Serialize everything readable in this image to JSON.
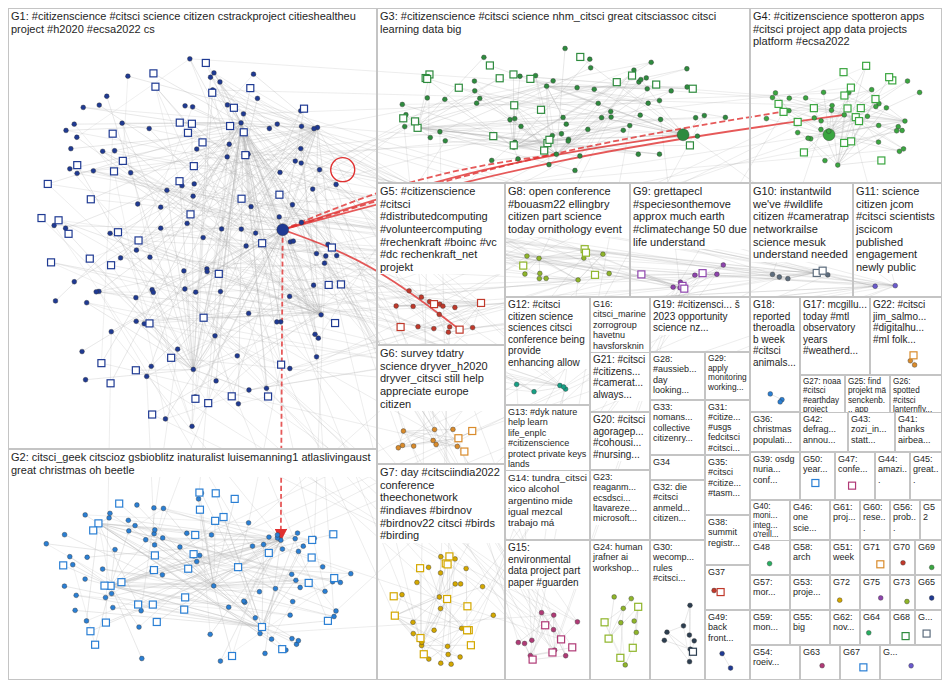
{
  "diagram": {
    "nodes": [
      {
        "text": [
          "G1: #citizenscience #citsci science citizen cstrackproject citieshealtheu project #h2020 #ecsa2022 cs"
        ]
      },
      {
        "text": [
          "G2: citsci_geek citscioz gsbioblitz inaturalist luisemanning1 atlaslivingaust great christmas oh beetle"
        ]
      },
      {
        "text": [
          "G3: #citizenscience #citsci science nhm_citsci great citsciassoc citsci learning data big"
        ]
      },
      {
        "text": [
          "G4: #citizenscience spotteron apps #citsci project app data projects platform #ecsa2022"
        ]
      },
      {
        "text": [
          "G5: #citizenscience #citsci #distributedcomputing #volunteercomputing #rechenkraft #boinc #vc #dc rechenkraft_net projekt"
        ]
      },
      {
        "text": [
          "G6: survey tdatry science dryver_h2020 dryver_citsci still help appreciate europe citizen"
        ]
      },
      {
        "text": [
          "G7: day #citsciindia2022 conference theechonetwork #indiaves #birdnov #birdnov22 citsci #birds #birding"
        ]
      },
      {
        "text": [
          "G8: open conference #bouasm22 ellingbry citizen part science today ornithology event"
        ]
      },
      {
        "text": [
          "G9: grettapecl #speciesonthemove approx much earth #climatechange 50 due life understand"
        ]
      },
      {
        "text": [
          "G10: instantwild we've #wildlife citizen #cameratrap networkrailse science mesuk understand needed"
        ]
      },
      {
        "text": [
          "G11: science citizen jcom #citsci scientists jscicom published engagement newly public"
        ]
      },
      {
        "text": [
          "G12: #citsci citizen science sciences citsci conference being provide enhancing allow"
        ]
      },
      {
        "text": [
          "G13: #dyk nature help learn life_enplc #citizenscience protect private keys lands"
        ]
      },
      {
        "text": [
          "G14: tundra_citsci xico alcohol argentino mide igual mezcal trabajo má"
        ]
      },
      {
        "text": [
          "G15: environmental data project part paper #guarden"
        ]
      },
      {
        "text": [
          "G16: citsci_marine zorrogroup havetnu havsforskning..."
        ]
      },
      {
        "text": [
          "G17: mcgillu... today #mtl observatory years #weatherd..."
        ]
      },
      {
        "text": [
          "G18: reported theroadlab week #citsci animals..."
        ]
      },
      {
        "text": [
          "G19: #citizensci... š 2023 opportunity science nz..."
        ]
      },
      {
        "text": [
          "G20: #citsci agoragep... #cohousi... #nursing..."
        ]
      },
      {
        "text": [
          "G21: #citsci #citizens... #camerat... always..."
        ]
      },
      {
        "text": [
          "G22: #citsci jim_salmo... #digitalhu... #ml folk..."
        ]
      },
      {
        "text": [
          "G23: reaganm... ecsdsci... ltavareze... microsoft..."
        ]
      },
      {
        "text": [
          "G24: human jrafner ai workshop..."
        ]
      },
      {
        "text": [
          "G25: find projekt mä senckenb... app"
        ]
      },
      {
        "text": [
          "G26: spotted #citsci lanternfly..."
        ]
      },
      {
        "text": [
          "G27: noaa #citsci #earthday project"
        ]
      },
      {
        "text": [
          "G28: #aussieb... day looking..."
        ]
      },
      {
        "text": [
          "G29: apply monitoring working..."
        ]
      },
      {
        "text": [
          "G30: wecomp... rules #citsci..."
        ]
      },
      {
        "text": [
          "G31: #citize... #usgs fedcitsci #citsci..."
        ]
      },
      {
        "text": [
          "G32: die #citsci anmeld... citizen..."
        ]
      },
      {
        "text": [
          "G33: nomans... collective citizenry..."
        ]
      },
      {
        "text": [
          "G34"
        ]
      },
      {
        "text": [
          "G35: #citsci #citize... #tasm..."
        ]
      },
      {
        "text": [
          "G36: christmas populati..."
        ]
      },
      {
        "text": [
          "G37"
        ]
      },
      {
        "text": [
          "G38: summit registr..."
        ]
      },
      {
        "text": [
          "G39: osdg nuria... conf..."
        ]
      },
      {
        "text": [
          "G40: moni... integ... o'reill..."
        ]
      },
      {
        "text": [
          "G41: thanks airbea..."
        ]
      },
      {
        "text": [
          "G42: defrag... annou..."
        ]
      },
      {
        "text": [
          "G43: zozi_in... statt..."
        ]
      },
      {
        "text": [
          "G44: amazi..."
        ]
      },
      {
        "text": [
          "G45: great..."
        ]
      },
      {
        "text": [
          "G46: one scie..."
        ]
      },
      {
        "text": [
          "G47: confe..."
        ]
      },
      {
        "text": [
          "G48"
        ]
      },
      {
        "text": [
          "G49: back front..."
        ]
      },
      {
        "text": [
          "G50: year..."
        ]
      },
      {
        "text": [
          "G51: week"
        ]
      },
      {
        "text": [
          "G52"
        ]
      },
      {
        "text": [
          "G53: proje..."
        ]
      },
      {
        "text": [
          "G54: roeiv..."
        ]
      },
      {
        "text": [
          "G55: big"
        ]
      },
      {
        "text": [
          "G56: prob..."
        ]
      },
      {
        "text": [
          "G57: mor..."
        ]
      },
      {
        "text": [
          "G58: arch"
        ]
      },
      {
        "text": [
          "G59: mon..."
        ]
      },
      {
        "text": [
          "G60: rese..."
        ]
      },
      {
        "text": [
          "G61: proj..."
        ]
      },
      {
        "text": [
          "G62: nov..."
        ]
      },
      {
        "text": [
          "G63"
        ]
      },
      {
        "text": [
          "G64"
        ]
      },
      {
        "text": [
          "G65"
        ]
      },
      {
        "text": [
          "G67"
        ]
      },
      {
        "text": [
          "G68"
        ]
      },
      {
        "text": [
          "G69"
        ]
      },
      {
        "text": [
          "G70"
        ]
      },
      {
        "text": [
          "G71"
        ]
      },
      {
        "text": [
          "G72"
        ]
      },
      {
        "text": [
          "G73"
        ]
      },
      {
        "text": [
          "G75"
        ]
      },
      {
        "text": [
          "G..."
        ]
      },
      {
        "text": [
          "G..."
        ]
      }
    ]
  }
}
